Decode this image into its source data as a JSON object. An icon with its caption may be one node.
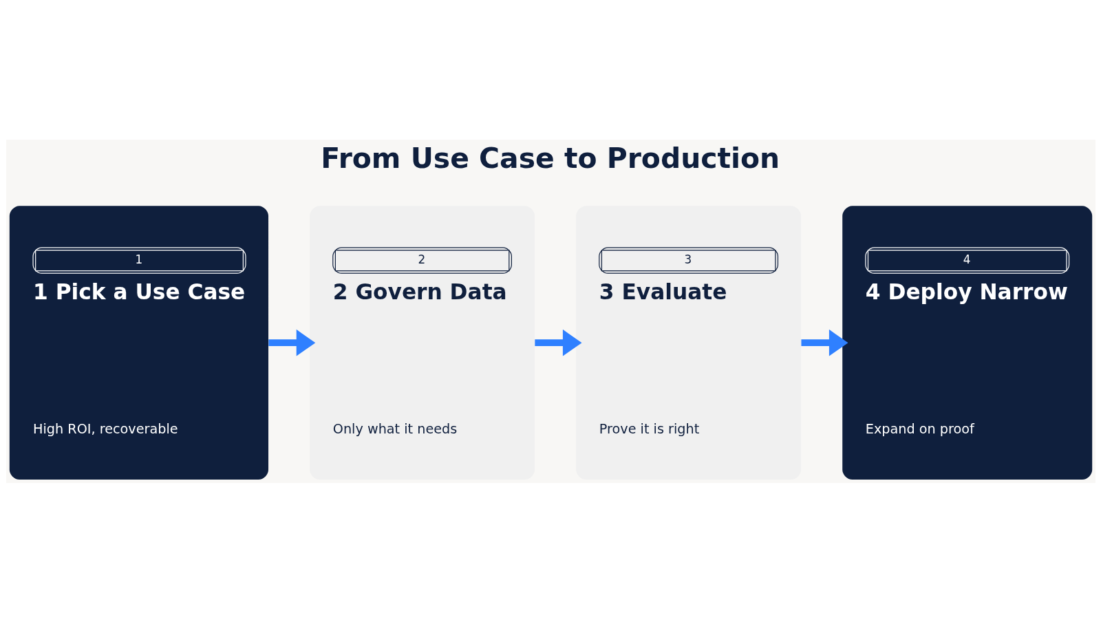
{
  "diagram": {
    "title": "From Use Case to Production",
    "nodes": [
      {
        "text": [
          "1",
          "1 Pick a Use Case",
          "High ROI, recoverable"
        ]
      },
      {
        "text": [
          "2",
          "2 Govern Data",
          "Only what it needs"
        ]
      },
      {
        "text": [
          "3",
          "3 Evaluate",
          "Prove it is right"
        ]
      },
      {
        "text": [
          "4",
          "4 Deploy Narrow",
          "Expand on proof"
        ]
      }
    ],
    "edges": [
      {
        "from": 0,
        "to": 1,
        "arrow": "to"
      },
      {
        "from": 1,
        "to": 2,
        "arrow": "to"
      },
      {
        "from": 2,
        "to": 3,
        "arrow": "to"
      }
    ]
  }
}
